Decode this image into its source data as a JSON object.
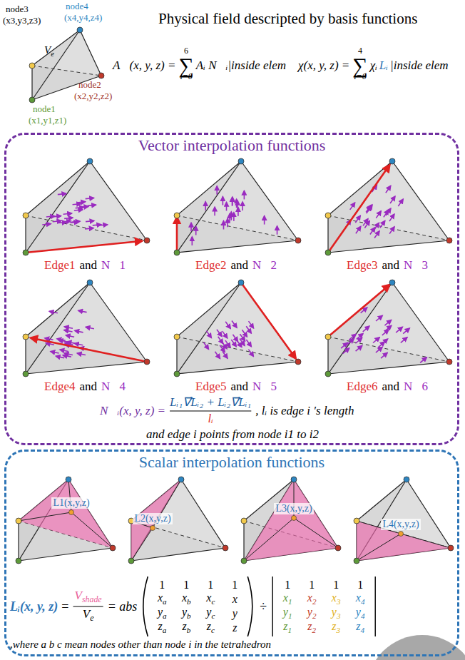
{
  "diagram": {
    "title": "Physical field descripted by basis functions",
    "nodes": [
      {
        "text": [
          "Vector interpolation functions"
        ]
      },
      {
        "text": [
          "Scalar interpolation functions"
        ]
      }
    ],
    "labels": [
      "node3",
      "(x3,y3,z3)",
      "node4",
      "(x4,y4,z4)",
      "Ve",
      "node2",
      "(x2,y2,z2)",
      "node1",
      "(x1,y1,z1)",
      "A⃗(x, y, z) =",
      "∑",
      "6",
      "i=0",
      "Aᵢ N⃗ᵢ|inside elem",
      "χ(x, y, z) =",
      "∑",
      "4",
      "i=0",
      "χᵢ",
      "Lᵢ",
      "|inside elem",
      "Edge1",
      "and",
      "N⃗1",
      "Edge2",
      "and",
      "N⃗2",
      "Edge3",
      "and",
      "N⃗3",
      "Edge4",
      "and",
      "N⃗4",
      "Edge5",
      "and",
      "N⃗5",
      "Edge6",
      "and",
      "N⃗6",
      "N⃗ᵢ(x, y, z) =",
      "Lᵢ₁∇⃗Lᵢ₂ + Lᵢ₂∇⃗Lᵢ₁",
      "lᵢ",
      ", lᵢ is edge i ′s length",
      "and edge i points from node i1 to i2",
      "L1(x,y,z)",
      "L2(x,y,z)",
      "L3(x,y,z)",
      "L4(x,y,z)",
      "Lᵢ(x, y, z)",
      "=",
      "Vshade",
      "Ve",
      "= abs",
      "1",
      "1",
      "1",
      "1",
      "xa",
      "xb",
      "xc",
      "x",
      "ya",
      "yb",
      "yc",
      "y",
      "za",
      "zb",
      "zc",
      "z",
      "÷",
      "1",
      "1",
      "1",
      "1",
      "x1",
      "x2",
      "x3",
      "x4",
      "y1",
      "y2",
      "y3",
      "y4",
      "z1",
      "z2",
      "z3",
      "z4",
      ",where a b c mean nodes other than node i in the tetrahedron"
    ]
  }
}
